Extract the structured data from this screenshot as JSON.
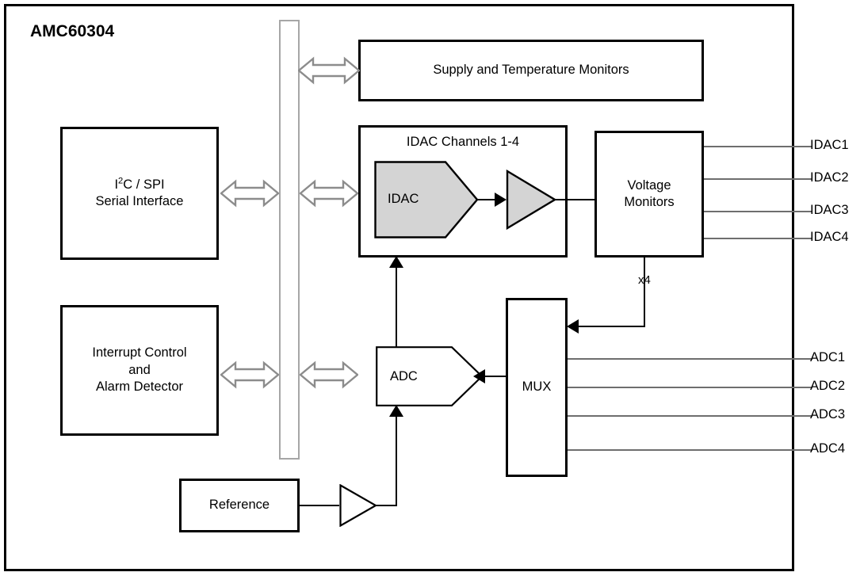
{
  "diagram": {
    "title": "AMC60304",
    "type": "block-diagram",
    "blocks": {
      "serial_interface": {
        "line1_prefix": "I",
        "line1_sup": "2",
        "line1_suffix": "C / SPI",
        "line2": "Serial Interface"
      },
      "interrupt": {
        "line1": "Interrupt Control",
        "line2": "and",
        "line3": "Alarm Detector"
      },
      "supply_temp": {
        "label": "Supply and Temperature Monitors"
      },
      "idac_channels": {
        "label": "IDAC Channels 1-4",
        "inner_label": "IDAC"
      },
      "voltage_monitors": {
        "line1": "Voltage",
        "line2": "Monitors"
      },
      "adc": {
        "label": "ADC"
      },
      "mux": {
        "label": "MUX"
      },
      "reference": {
        "label": "Reference"
      }
    },
    "annotations": {
      "mux_fanout": "x4"
    },
    "pins": {
      "idac": [
        "IDAC1",
        "IDAC2",
        "IDAC3",
        "IDAC4"
      ],
      "adc": [
        "ADC1",
        "ADC2",
        "ADC3",
        "ADC4"
      ]
    },
    "colors": {
      "outline": "#000000",
      "bus_gray": "#a6a6a6",
      "arrow_gray": "#8c8c8c",
      "fill_gray": "#d4d4d4",
      "wire_gray": "#6e6e6e",
      "background": "#ffffff"
    }
  }
}
